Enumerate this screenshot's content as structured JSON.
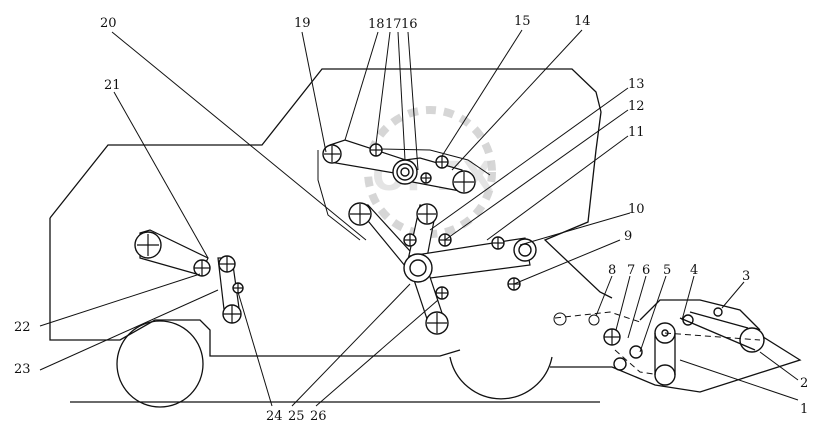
{
  "diagram": {
    "callouts": [
      "1",
      "2",
      "3",
      "4",
      "5",
      "6",
      "7",
      "8",
      "9",
      "10",
      "11",
      "12",
      "13",
      "14",
      "15",
      "16",
      "17",
      "18",
      "19",
      "20",
      "21",
      "22",
      "23",
      "24",
      "25",
      "26"
    ]
  },
  "watermark": {
    "text": "OPEX"
  }
}
